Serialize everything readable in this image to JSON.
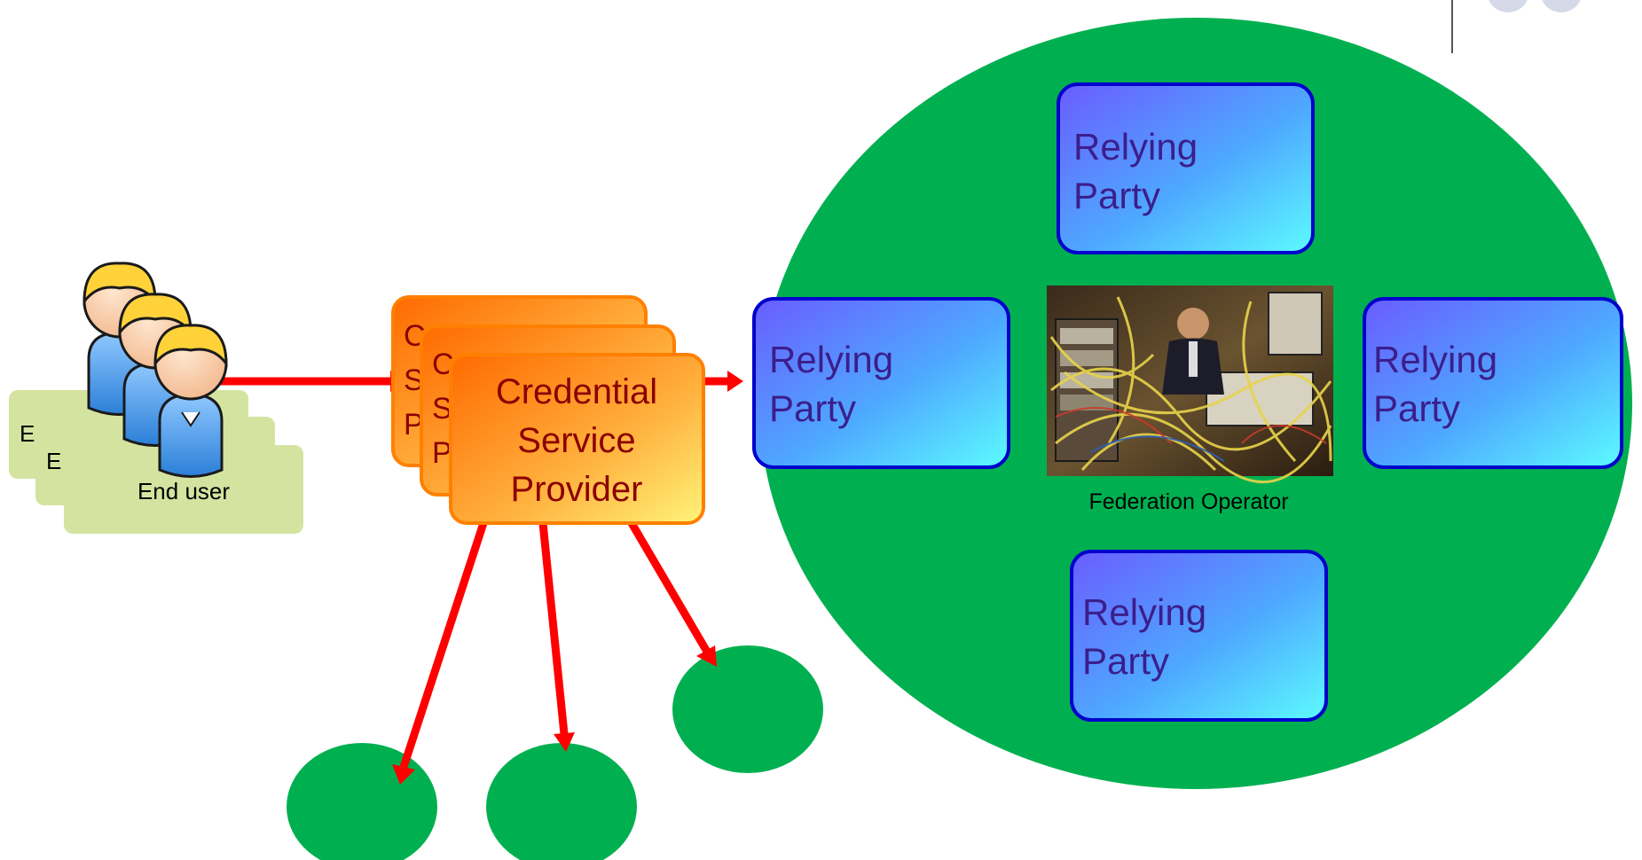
{
  "end_user": {
    "stack_letters": [
      "E",
      "E"
    ],
    "label": "End user"
  },
  "csp": {
    "stack_lines_1": [
      "C",
      "S",
      "P"
    ],
    "stack_lines_2": [
      "C",
      "S",
      "P"
    ],
    "title_lines": [
      "Credential",
      "Service",
      "Provider"
    ]
  },
  "federation": {
    "operator_label": "Federation Operator",
    "relying_parties": [
      {
        "lines": [
          "Relying",
          "Party"
        ]
      },
      {
        "lines": [
          "Relying",
          "Party"
        ]
      },
      {
        "lines": [
          "Relying",
          "Party"
        ]
      },
      {
        "lines": [
          "Relying",
          "Party"
        ]
      }
    ]
  },
  "colors": {
    "federation_green": "#00B050",
    "arrow_red": "#FF0000",
    "rp_border": "#0000CC",
    "rp_text": "#3B1E8C",
    "csp_text": "#8B0000",
    "csp_border": "#FF8000",
    "enduser_card": "#D4E4A0"
  }
}
